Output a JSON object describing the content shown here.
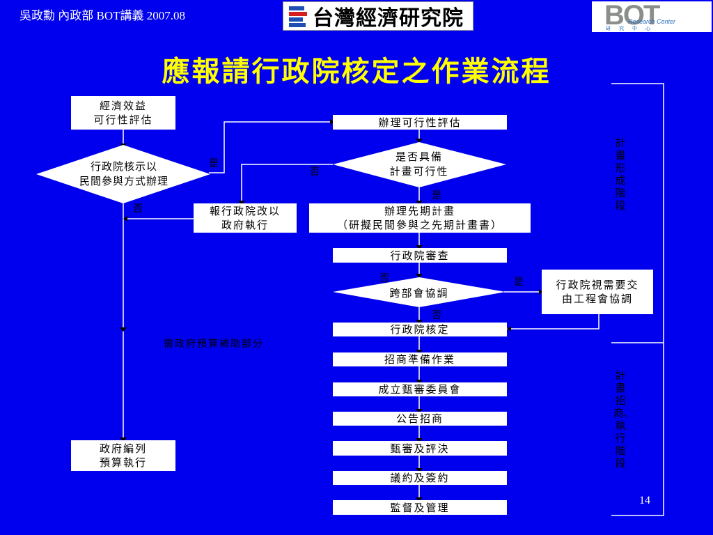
{
  "header": {
    "author_text": "吳政勳 內政部 BOT講義 2007.08"
  },
  "logos": {
    "institute_name": "台灣經濟研究院",
    "bot_logo_text": "BOT",
    "bot_logo_sub": "Research Center",
    "bot_logo_sub_cn": "研究中心"
  },
  "title": "應報請行政院核定之作業流程",
  "nodes": {
    "econ": [
      "經濟效益",
      "可行性評估"
    ],
    "exec_yuan_choice": [
      "行政院核示以",
      "民間參與方式辦理"
    ],
    "report_change": [
      "報行政院改以",
      "政府執行"
    ],
    "gov_budget": [
      "政府編列",
      "預算執行"
    ],
    "feasibility": "辦理可行性評估",
    "feasible_q": [
      "是否具備",
      "計畫可行性"
    ],
    "preplan": [
      "辦理先期計畫",
      "（研擬民間參與之先期計畫書）"
    ],
    "review": "行政院審查",
    "inter_dept": "跨部會協調",
    "engineering": [
      "行政院視需要交",
      "由工程會協調"
    ],
    "approve": "行政院核定",
    "tender_prep": "招商準備作業",
    "committee": "成立甄審委員會",
    "announce": "公告招商",
    "select": "甄審及評決",
    "contract": "議約及簽約",
    "supervise": "監督及管理"
  },
  "labels": {
    "yes": "是",
    "no": "否"
  },
  "note": "需政府預算補助部分",
  "phases": {
    "planning": "計畫形成階段",
    "tender": "計畫招商、執行階段"
  },
  "page_number": "14"
}
